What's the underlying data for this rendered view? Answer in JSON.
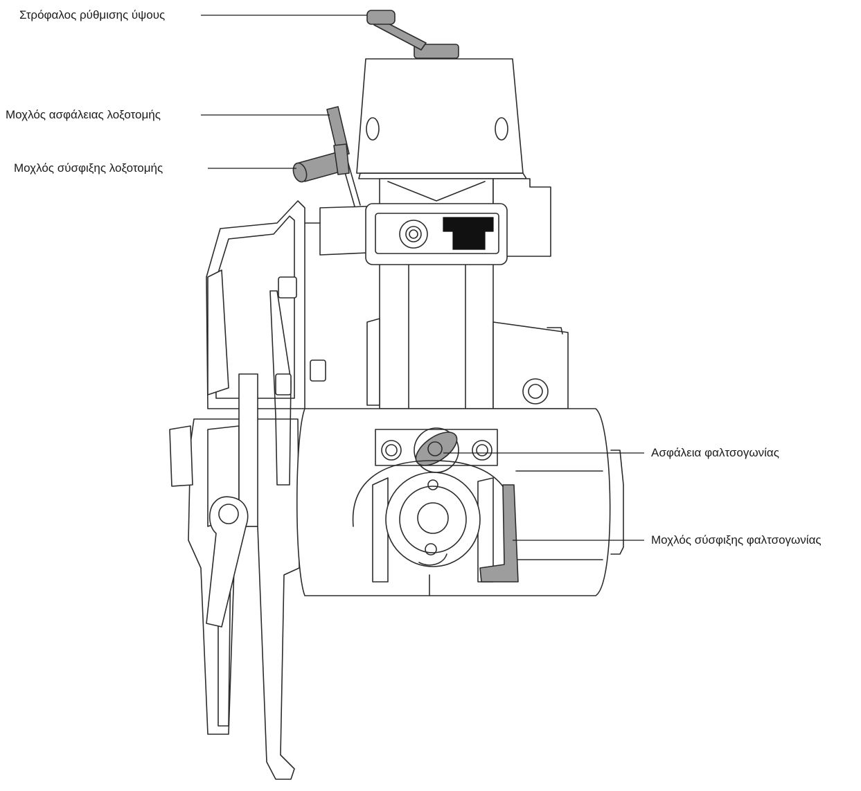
{
  "labels": {
    "height_crank": "Στρόφαλος ρύθμισης ύψους",
    "bevel_lock_lever": "Μοχλός ασφάλειας λοξοτομής",
    "bevel_clamp_lever": "Μοχλός σύσφιξης λοξοτομής",
    "miter_lock": "Ασφάλεια φαλτσογωνίας",
    "miter_clamp_lever": "Μοχλός σύσφιξης φαλτσογωνίας"
  },
  "colors": {
    "highlight_part": "#9d9d9d",
    "outline": "#2b2b2b",
    "background": "#ffffff"
  }
}
